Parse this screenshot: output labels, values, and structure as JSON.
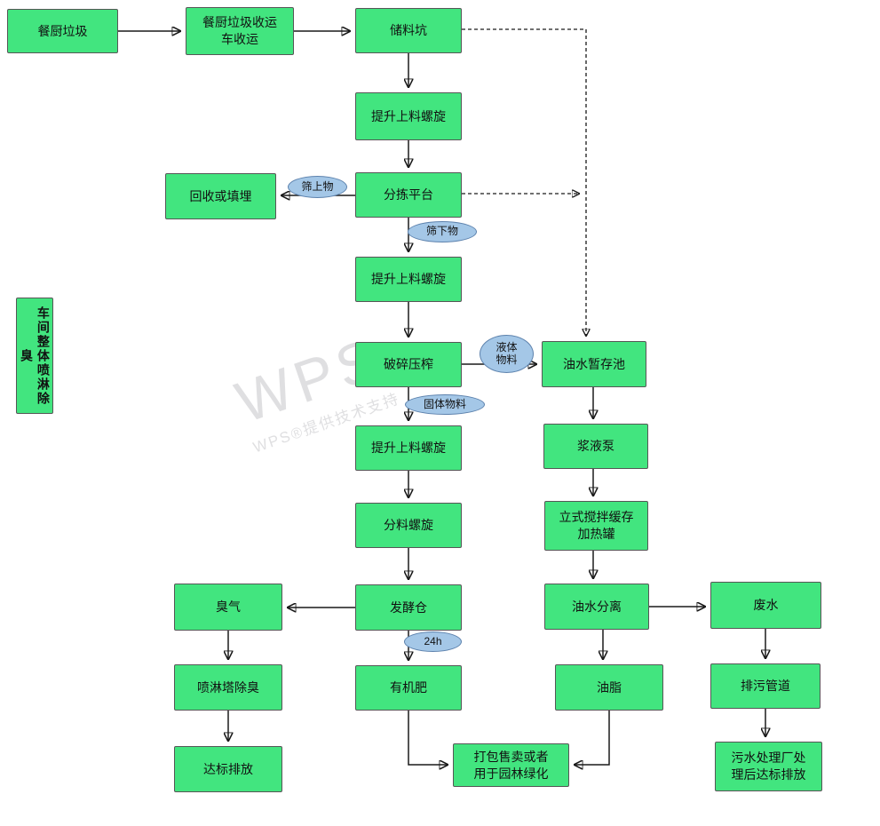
{
  "diagram": {
    "watermark": {
      "main": "WPS",
      "sub": "WPS®提供技术支持"
    },
    "side_label": {
      "label": "车间整体喷淋除臭"
    },
    "nodes": {
      "kitchen_waste": {
        "label": "餐厨垃圾"
      },
      "collection_truck": {
        "label": "餐厨垃圾收运\n车收运"
      },
      "storage_pit": {
        "label": "储料坑"
      },
      "lift_screw_1": {
        "label": "提升上料螺旋"
      },
      "sorting_platform": {
        "label": "分拣平台"
      },
      "recycle_landfill": {
        "label": "回收或填埋"
      },
      "lift_screw_2": {
        "label": "提升上料螺旋"
      },
      "crush_press": {
        "label": "破碎压榨"
      },
      "oil_water_pool": {
        "label": "油水暂存池"
      },
      "lift_screw_3": {
        "label": "提升上料螺旋"
      },
      "slurry_pump": {
        "label": "浆液泵"
      },
      "split_screw": {
        "label": "分料螺旋"
      },
      "mixing_tank": {
        "label": "立式搅拌缓存\n加热罐"
      },
      "fermentation": {
        "label": "发酵仓"
      },
      "odor": {
        "label": "臭气"
      },
      "oil_water_sep": {
        "label": "油水分离"
      },
      "wastewater": {
        "label": "废水"
      },
      "organic_fertilizer": {
        "label": "有机肥"
      },
      "grease": {
        "label": "油脂"
      },
      "spray_tower": {
        "label": "喷淋塔除臭"
      },
      "sewage_pipe": {
        "label": "排污管道"
      },
      "compliant_discharge": {
        "label": "达标排放"
      },
      "packaging": {
        "label": "打包售卖或者\n用于园林绿化"
      },
      "sewage_plant": {
        "label": "污水处理厂处\n理后达标排放"
      }
    },
    "connectors": {
      "sieve_over": {
        "label": "筛上物"
      },
      "sieve_under": {
        "label": "筛下物"
      },
      "liquid_material": {
        "label": "液体\n物料"
      },
      "solid_material": {
        "label": "固体物料"
      },
      "duration_24h": {
        "label": "24h"
      }
    },
    "colors": {
      "node_fill": "#42E57F",
      "node_border": "#565656",
      "ellipse_fill": "#A4C7E7",
      "ellipse_border": "#5D82AD",
      "arrow": "#1A1A1A",
      "background": "#FFFFFF"
    }
  }
}
